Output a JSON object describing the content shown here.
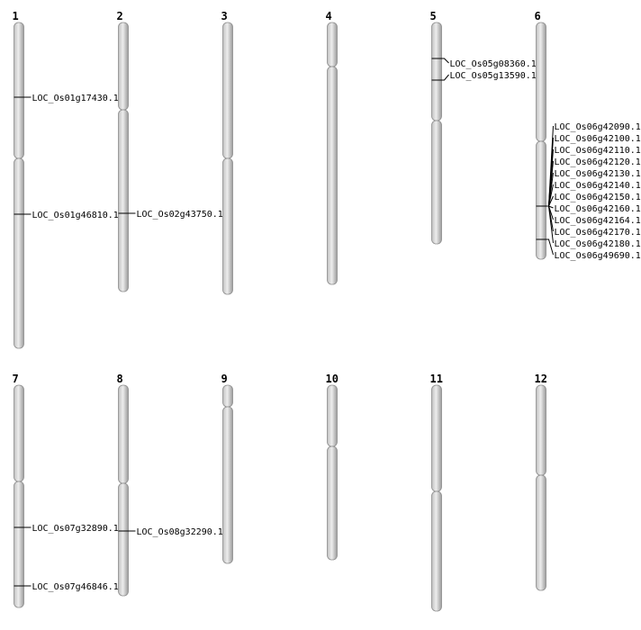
{
  "diagram": {
    "kind": "chromosome-ideogram",
    "colors": {
      "chromosome_fill": "#d9d9d9",
      "chromosome_edge": "#8c8c8c",
      "marker": "#000000",
      "background": "#ffffff"
    },
    "chromosomes": [
      {
        "id": "1",
        "label": "1",
        "genes": [
          "LOC_Os01g17430.1",
          "LOC_Os01g46810.1"
        ]
      },
      {
        "id": "2",
        "label": "2",
        "genes": [
          "LOC_Os02g43750.1"
        ]
      },
      {
        "id": "3",
        "label": "3",
        "genes": []
      },
      {
        "id": "4",
        "label": "4",
        "genes": []
      },
      {
        "id": "5",
        "label": "5",
        "genes": [
          "LOC_Os05g08360.1",
          "LOC_Os05g13590.1"
        ]
      },
      {
        "id": "6",
        "label": "6",
        "genes": [
          "LOC_Os06g42090.1",
          "LOC_Os06g42100.1",
          "LOC_Os06g42110.1",
          "LOC_Os06g42120.1",
          "LOC_Os06g42130.1",
          "LOC_Os06g42140.1",
          "LOC_Os06g42150.1",
          "LOC_Os06g42160.1",
          "LOC_Os06g42164.1",
          "LOC_Os06g42170.1",
          "LOC_Os06g42180.1",
          "LOC_Os06g49690.1"
        ]
      },
      {
        "id": "7",
        "label": "7",
        "genes": [
          "LOC_Os07g32890.1",
          "LOC_Os07g46846.1"
        ]
      },
      {
        "id": "8",
        "label": "8",
        "genes": [
          "LOC_Os08g32290.1"
        ]
      },
      {
        "id": "9",
        "label": "9",
        "genes": []
      },
      {
        "id": "10",
        "label": "10",
        "genes": []
      },
      {
        "id": "11",
        "label": "11",
        "genes": []
      },
      {
        "id": "12",
        "label": "12",
        "genes": []
      }
    ]
  }
}
